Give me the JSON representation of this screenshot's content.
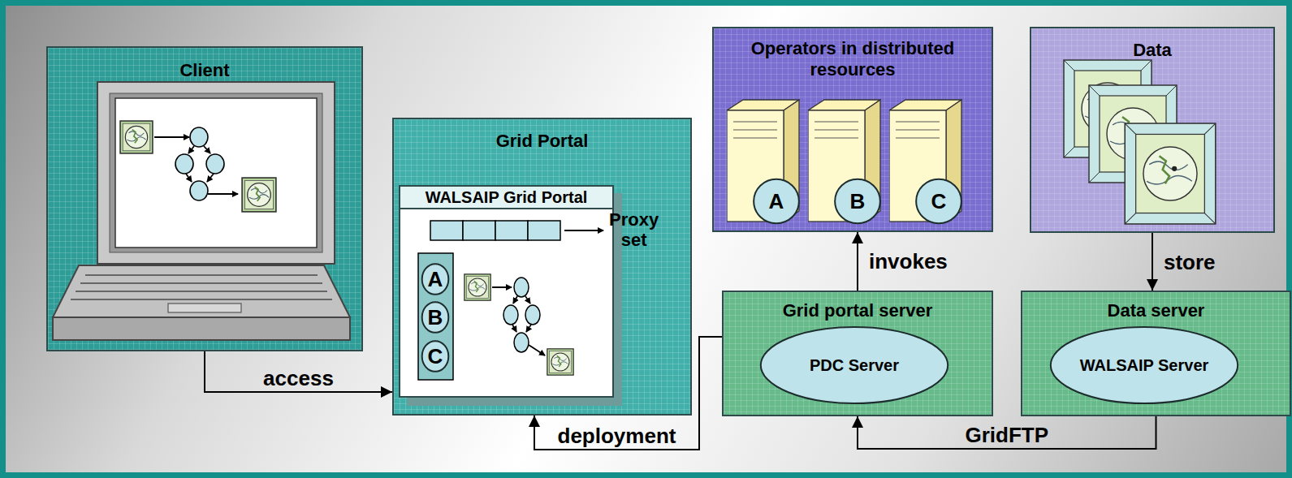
{
  "diagram": {
    "nodes": [
      {
        "text": [
          "Client"
        ]
      },
      {
        "text": [
          "Grid Portal"
        ]
      },
      {
        "text": [
          "WALSAIP Grid Portal"
        ],
        "in": 1
      },
      {
        "text": [
          "A"
        ],
        "in": 2
      },
      {
        "text": [
          "B"
        ],
        "in": 2
      },
      {
        "text": [
          "C"
        ],
        "in": 2
      },
      {
        "text": [
          "Operators in distributed resources"
        ]
      },
      {
        "text": [
          "A"
        ],
        "in": 6
      },
      {
        "text": [
          "B"
        ],
        "in": 6
      },
      {
        "text": [
          "C"
        ],
        "in": 6
      },
      {
        "text": [
          "Data"
        ]
      },
      {
        "text": [
          "Grid portal server"
        ]
      },
      {
        "text": [
          "PDC Server"
        ],
        "in": 11
      },
      {
        "text": [
          "Data server"
        ]
      },
      {
        "text": [
          "WALSAIP Server"
        ],
        "in": 13
      }
    ],
    "edges": [
      {
        "from": 0,
        "to": 1,
        "label": "access",
        "arrow": "to"
      },
      {
        "from": 11,
        "to": 6,
        "label": "invokes",
        "arrow": "to"
      },
      {
        "from": 10,
        "to": 13,
        "label": "store",
        "arrow": "to"
      },
      {
        "from": 13,
        "to": 11,
        "label": "GridFTP",
        "arrow": "to"
      },
      {
        "from": 11,
        "to": 1,
        "label": "deployment",
        "arrow": "to"
      }
    ],
    "labels": [
      "Proxy set"
    ]
  }
}
